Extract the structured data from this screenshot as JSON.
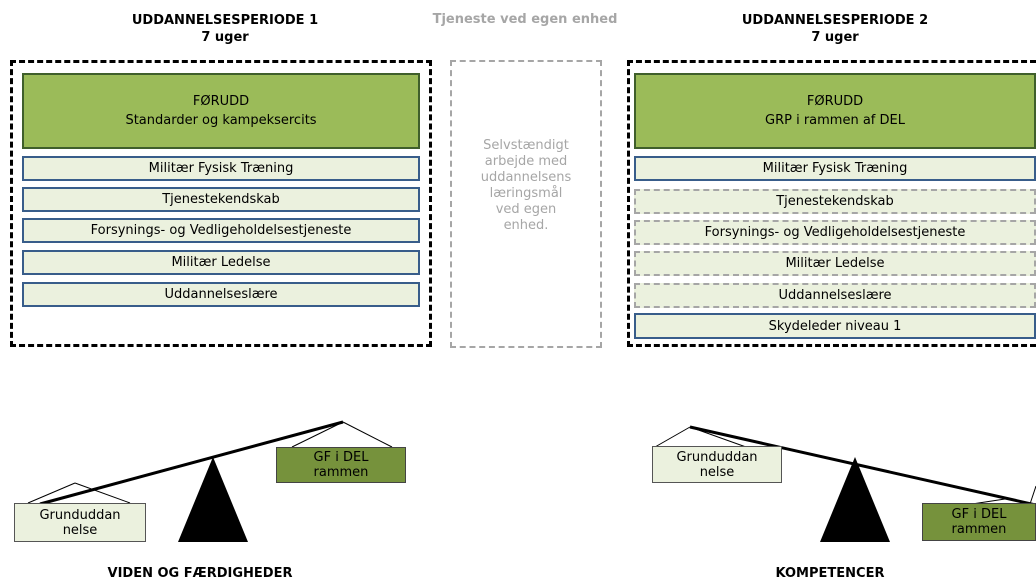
{
  "period1": {
    "title_line1": "UDDANNELSESPERIODE 1",
    "title_line2": "7 uger",
    "main_box_line1": "FØRUDD",
    "main_box_line2": "Standarder og kampeksercits",
    "items": [
      "Militær Fysisk Træning",
      "Tjenestekendskab",
      "Forsynings- og Vedligeholdelsestjeneste",
      "Militær Ledelse",
      "Uddannelseslære"
    ]
  },
  "middle": {
    "title": "Tjeneste ved egen enhed",
    "lines": [
      "Selvstændigt",
      "arbejde med",
      "uddannelsens",
      "læringsmål",
      "ved egen",
      "enhed."
    ]
  },
  "period2": {
    "title_line1": "UDDANNELSESPERIODE 2",
    "title_line2": "7 uger",
    "main_box_line1": "FØRUDD",
    "main_box_line2": "GRP i rammen af DEL",
    "items": [
      "Militær Fysisk Træning",
      "Tjenestekendskab",
      "Forsynings- og Vedligeholdelsestjeneste",
      "Militær Ledelse",
      "Uddannelseslære",
      "Skydeleder niveau 1"
    ]
  },
  "scale_left": {
    "left_pan_line1": "Grunduddan",
    "left_pan_line2": "nelse",
    "right_pan_line1": "GF i DEL",
    "right_pan_line2": "rammen",
    "caption": "VIDEN OG FÆRDIGHEDER"
  },
  "scale_right": {
    "left_pan_line1": "Grunduddan",
    "left_pan_line2": "nelse",
    "right_pan_line1": "GF i DEL",
    "right_pan_line2": "rammen",
    "caption": "KOMPETENCER"
  },
  "colors": {
    "green_main": "#9bbb59",
    "row_fill": "#ebf1de",
    "row_border": "#385d8a",
    "pan_dark": "#76923c",
    "grey": "#a6a6a6"
  }
}
